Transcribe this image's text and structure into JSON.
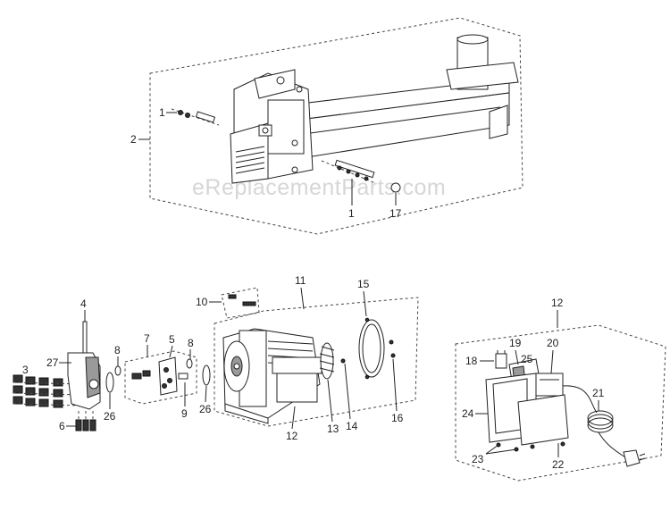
{
  "watermark": "eReplacementParts.com",
  "callouts": {
    "c1a": "1",
    "c1b": "1",
    "c2": "2",
    "c17": "17",
    "c3": "3",
    "c4": "4",
    "c5": "5",
    "c6": "6",
    "c7": "7",
    "c8a": "8",
    "c8b": "8",
    "c9": "9",
    "c10": "10",
    "c11": "11",
    "c12a": "12",
    "c12b": "12",
    "c13": "13",
    "c14": "14",
    "c15": "15",
    "c16": "16",
    "c18": "18",
    "c19": "19",
    "c20": "20",
    "c21": "21",
    "c22": "22",
    "c23": "23",
    "c24": "24",
    "c25": "25",
    "c26a": "26",
    "c26b": "26",
    "c27": "27"
  }
}
